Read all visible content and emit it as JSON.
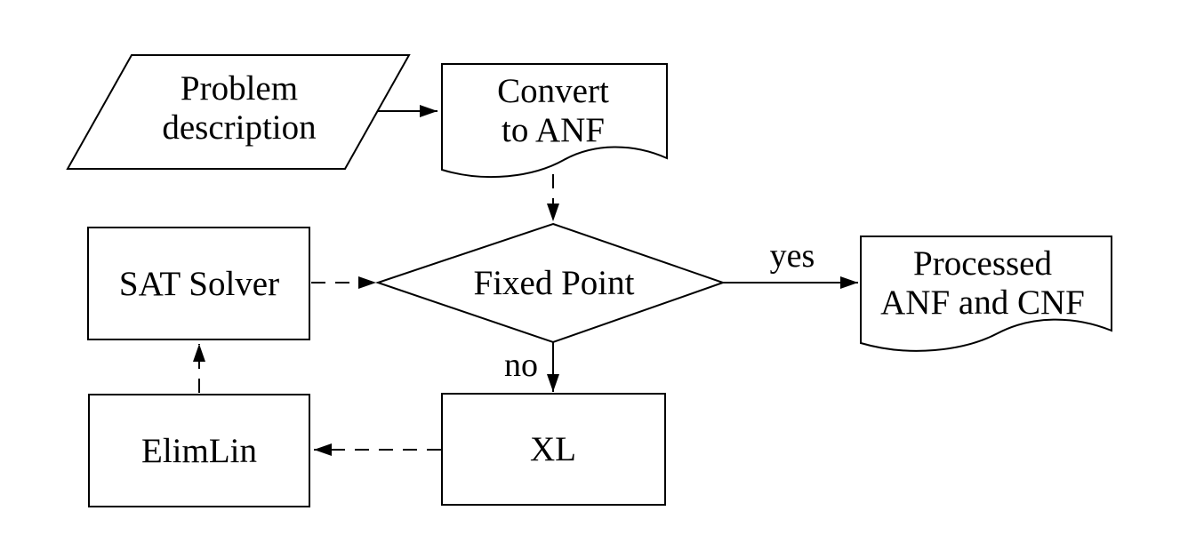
{
  "diagram": {
    "type": "flowchart",
    "background_color": "#ffffff",
    "stroke_color": "#000000",
    "nodes": {
      "problem_description": {
        "shape": "parallelogram",
        "lines": [
          "Problem",
          "description"
        ]
      },
      "convert_to_anf": {
        "shape": "document",
        "lines": [
          "Convert",
          "to ANF"
        ]
      },
      "fixed_point": {
        "shape": "decision-diamond",
        "lines": [
          "Fixed Point"
        ]
      },
      "sat_solver": {
        "shape": "rectangle",
        "lines": [
          "SAT Solver"
        ]
      },
      "processed_anf_cnf": {
        "shape": "document",
        "lines": [
          "Processed",
          "ANF and CNF"
        ]
      },
      "xl": {
        "shape": "rectangle",
        "lines": [
          "XL"
        ]
      },
      "elimlin": {
        "shape": "rectangle",
        "lines": [
          "ElimLin"
        ]
      }
    },
    "edges": [
      {
        "from": "problem_description",
        "to": "convert_to_anf",
        "style": "solid",
        "label": ""
      },
      {
        "from": "convert_to_anf",
        "to": "fixed_point",
        "style": "dashed",
        "label": ""
      },
      {
        "from": "sat_solver",
        "to": "fixed_point",
        "style": "dashed",
        "label": ""
      },
      {
        "from": "fixed_point",
        "to": "processed_anf_cnf",
        "style": "solid",
        "label": "yes"
      },
      {
        "from": "fixed_point",
        "to": "xl",
        "style": "solid",
        "label": "no"
      },
      {
        "from": "xl",
        "to": "elimlin",
        "style": "dashed",
        "label": ""
      },
      {
        "from": "elimlin",
        "to": "sat_solver",
        "style": "dashed",
        "label": ""
      }
    ]
  }
}
